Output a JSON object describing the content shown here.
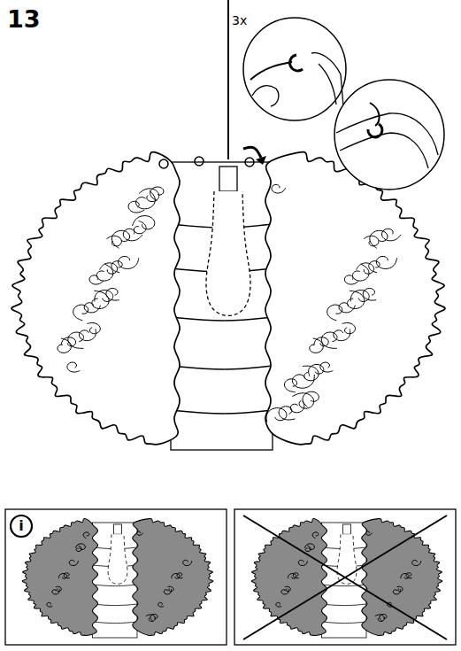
{
  "diagram": {
    "labels": [
      "13",
      "3x",
      "i"
    ]
  }
}
